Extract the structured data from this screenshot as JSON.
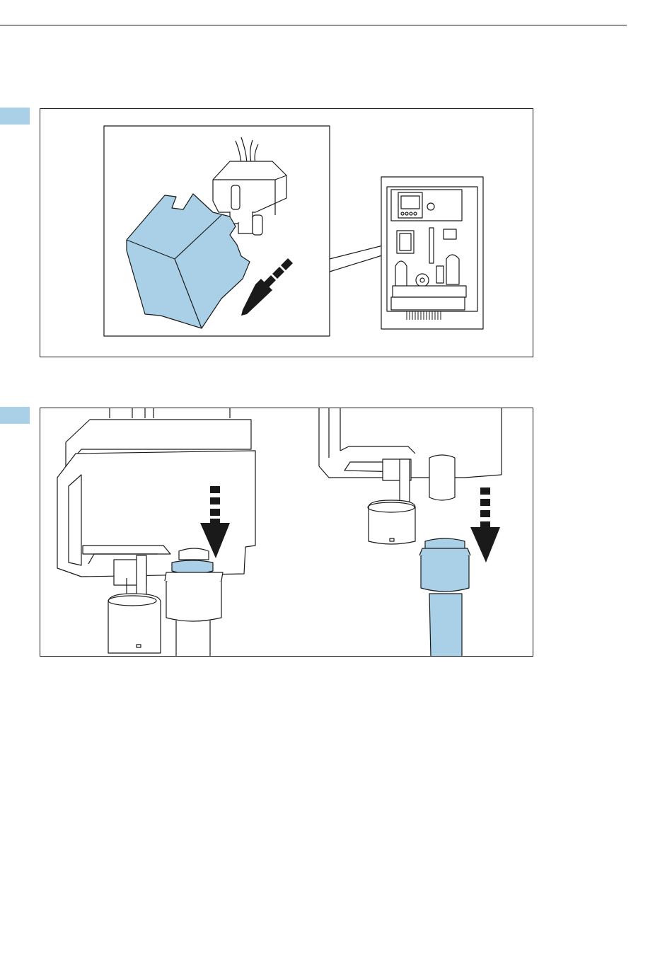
{
  "colors": {
    "accent": "#a9d0e6",
    "line": "#1a1a1a",
    "fill": "#ffffff"
  },
  "figures": [
    {
      "step_marker": "step-1-marker",
      "content": [
        "module-cover",
        "sensor-module",
        "analyzer-overview",
        "removal-arrow"
      ]
    },
    {
      "step_marker": "step-2-marker",
      "content": [
        "housing",
        "tube-connector",
        "hose",
        "disconnect-arrow"
      ]
    }
  ]
}
